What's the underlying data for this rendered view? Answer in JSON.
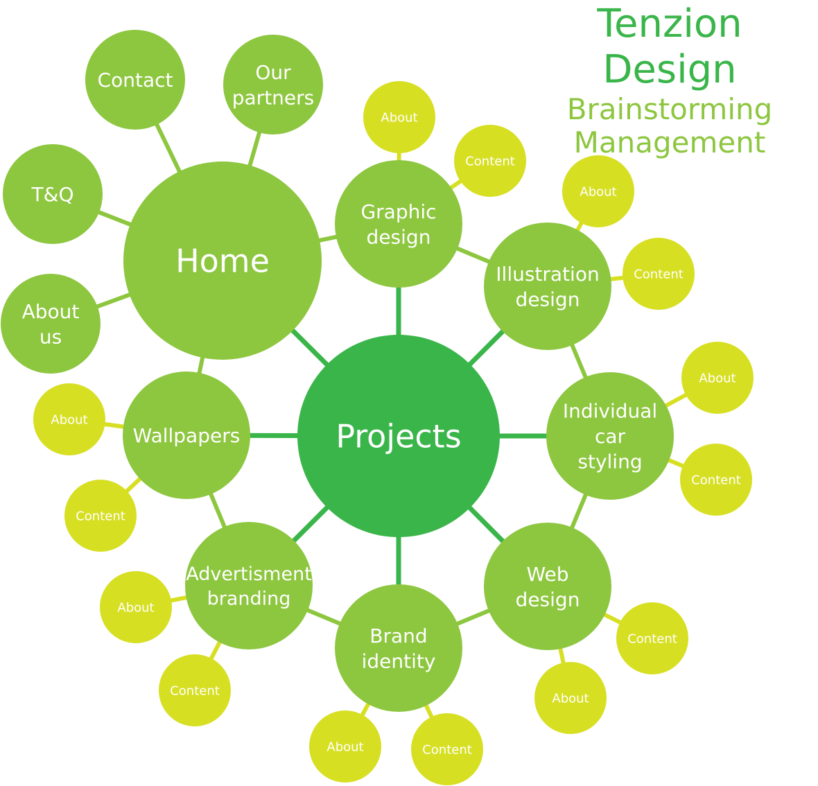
{
  "title": {
    "main": "Tenzion Design",
    "subtitle_line1": "Brainstorming",
    "subtitle_line2": "Management"
  },
  "colors": {
    "center": "#3ab54a",
    "primary": "#8dc63f",
    "secondary": "#d7df23",
    "text": "#ffffff"
  },
  "nodes": [
    {
      "id": "projects",
      "label": [
        "Projects"
      ],
      "level": "center"
    },
    {
      "id": "home",
      "label": [
        "Home"
      ],
      "level": "hub"
    },
    {
      "id": "contact",
      "label": [
        "Contact"
      ],
      "level": "primary"
    },
    {
      "id": "partners",
      "label": [
        "Our",
        "partners"
      ],
      "level": "primary"
    },
    {
      "id": "tq",
      "label": [
        "T&Q"
      ],
      "level": "primary"
    },
    {
      "id": "aboutus",
      "label": [
        "About",
        "us"
      ],
      "level": "primary"
    },
    {
      "id": "graphic",
      "label": [
        "Graphic",
        "design"
      ],
      "level": "primary"
    },
    {
      "id": "g-about",
      "label": [
        "About"
      ],
      "level": "secondary"
    },
    {
      "id": "g-content",
      "label": [
        "Content"
      ],
      "level": "secondary"
    },
    {
      "id": "illus",
      "label": [
        "Illustration",
        "design"
      ],
      "level": "primary"
    },
    {
      "id": "i-about",
      "label": [
        "About"
      ],
      "level": "secondary"
    },
    {
      "id": "i-content",
      "label": [
        "Content"
      ],
      "level": "secondary"
    },
    {
      "id": "indiv",
      "label": [
        "Individual",
        "car",
        "styling"
      ],
      "level": "primary"
    },
    {
      "id": "in-about",
      "label": [
        "About"
      ],
      "level": "secondary"
    },
    {
      "id": "in-content",
      "label": [
        "Content"
      ],
      "level": "secondary"
    },
    {
      "id": "web",
      "label": [
        "Web",
        "design"
      ],
      "level": "primary"
    },
    {
      "id": "w-content",
      "label": [
        "Content"
      ],
      "level": "secondary"
    },
    {
      "id": "w-about",
      "label": [
        "About"
      ],
      "level": "secondary"
    },
    {
      "id": "brand",
      "label": [
        "Brand",
        "identity"
      ],
      "level": "primary"
    },
    {
      "id": "b-about",
      "label": [
        "About"
      ],
      "level": "secondary"
    },
    {
      "id": "b-content",
      "label": [
        "Content"
      ],
      "level": "secondary"
    },
    {
      "id": "advert",
      "label": [
        "Advertisment",
        "branding"
      ],
      "level": "primary"
    },
    {
      "id": "a-about",
      "label": [
        "About"
      ],
      "level": "secondary"
    },
    {
      "id": "a-content",
      "label": [
        "Content"
      ],
      "level": "secondary"
    },
    {
      "id": "wallp",
      "label": [
        "Wallpapers"
      ],
      "level": "primary"
    },
    {
      "id": "wp-about",
      "label": [
        "About"
      ],
      "level": "secondary"
    },
    {
      "id": "wp-content",
      "label": [
        "Content"
      ],
      "level": "secondary"
    }
  ],
  "edges": [
    [
      "projects",
      "graphic"
    ],
    [
      "projects",
      "illus"
    ],
    [
      "projects",
      "indiv"
    ],
    [
      "projects",
      "web"
    ],
    [
      "projects",
      "brand"
    ],
    [
      "projects",
      "advert"
    ],
    [
      "projects",
      "wallp"
    ],
    [
      "projects",
      "home"
    ],
    [
      "home",
      "contact"
    ],
    [
      "home",
      "partners"
    ],
    [
      "home",
      "tq"
    ],
    [
      "home",
      "aboutus"
    ],
    [
      "home",
      "graphic"
    ],
    [
      "home",
      "wallp"
    ],
    [
      "graphic",
      "illus"
    ],
    [
      "illus",
      "indiv"
    ],
    [
      "indiv",
      "web"
    ],
    [
      "web",
      "brand"
    ],
    [
      "brand",
      "advert"
    ],
    [
      "advert",
      "wallp"
    ],
    [
      "graphic",
      "g-about"
    ],
    [
      "graphic",
      "g-content"
    ],
    [
      "illus",
      "i-about"
    ],
    [
      "illus",
      "i-content"
    ],
    [
      "indiv",
      "in-about"
    ],
    [
      "indiv",
      "in-content"
    ],
    [
      "web",
      "w-content"
    ],
    [
      "web",
      "w-about"
    ],
    [
      "brand",
      "b-about"
    ],
    [
      "brand",
      "b-content"
    ],
    [
      "advert",
      "a-about"
    ],
    [
      "advert",
      "a-content"
    ],
    [
      "wallp",
      "wp-about"
    ],
    [
      "wallp",
      "wp-content"
    ]
  ]
}
